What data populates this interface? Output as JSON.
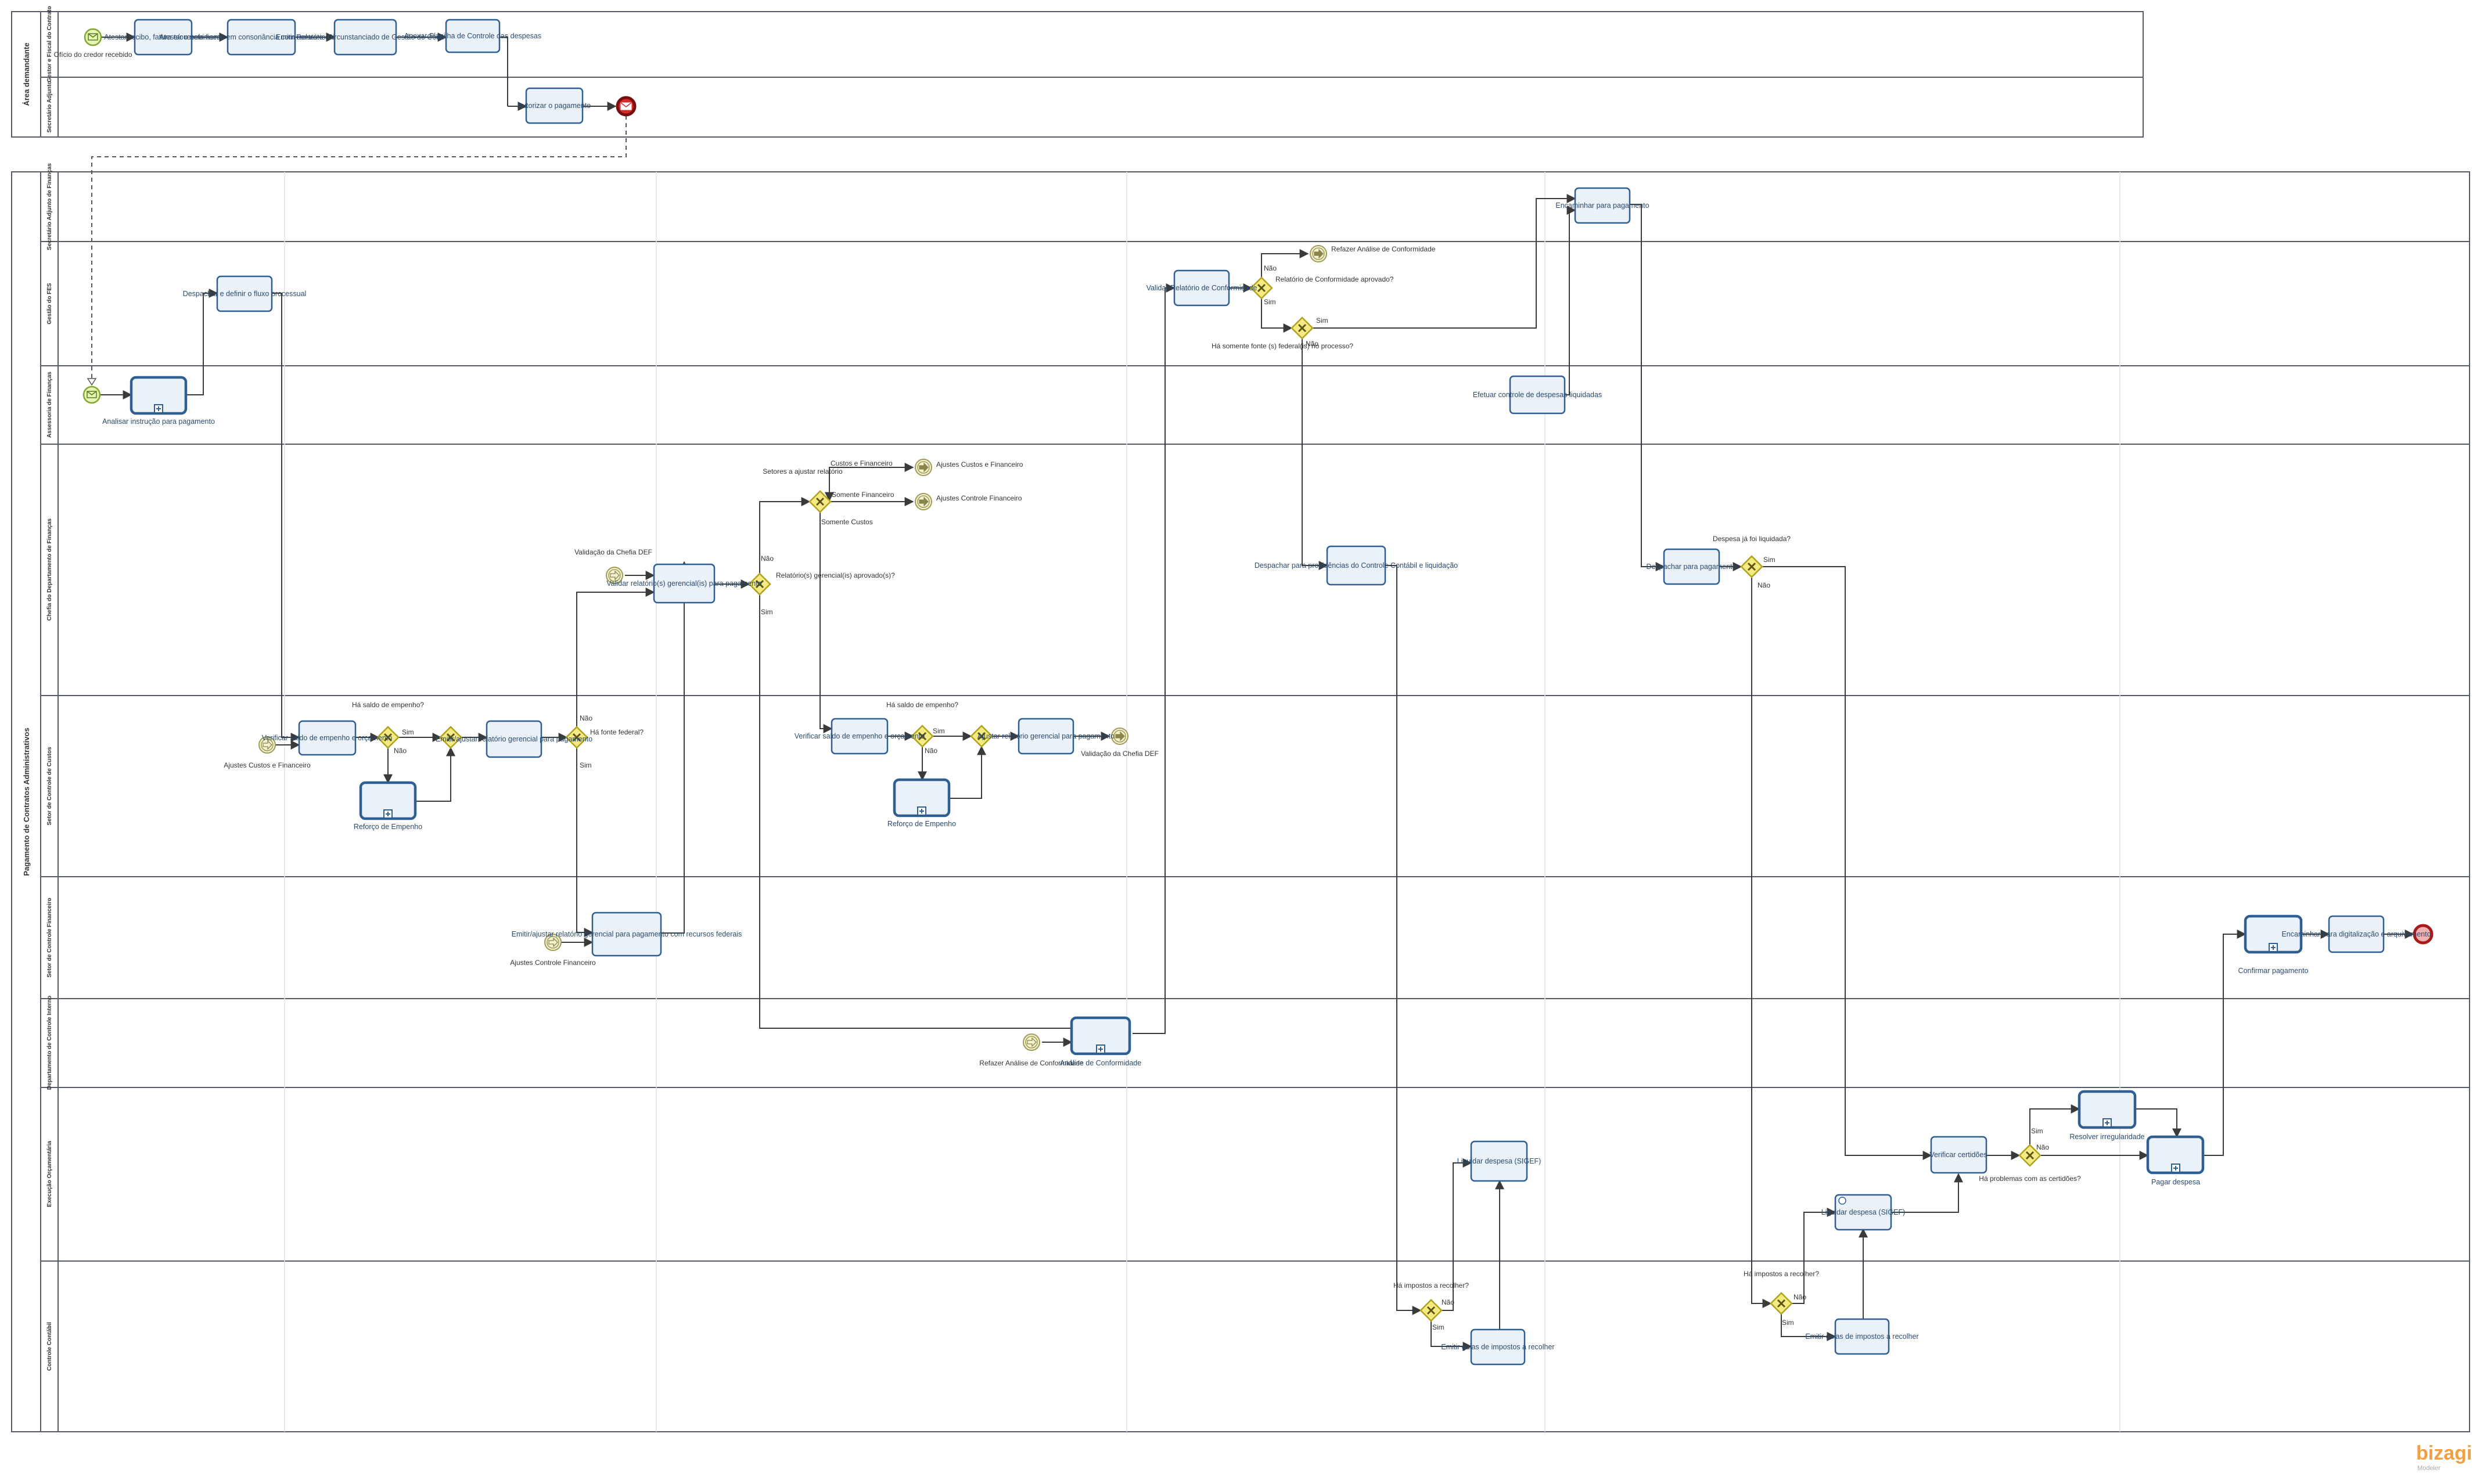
{
  "pools": {
    "top": {
      "title": "Área demandante",
      "lanes": [
        "Gestor e Fiscal do Contrato",
        "Secretário Adjunto"
      ]
    },
    "main": {
      "title": "Pagamento de Contratos Administrativos",
      "lanes": [
        "Secretário Adjunto de Finanças",
        "Gestão do FES",
        "Assessoria de Finanças",
        "Chefia do Departamento de Finanças",
        "Setor de Controle de Custos",
        "Setor de Controle Financeiro",
        "Departamento de Controle Interno",
        "Execução Orçamentária",
        "Controle Contábil"
      ]
    }
  },
  "tasks": {
    "atestar_recibo": "Atestar recibo, fatura e/ou nota fiscal",
    "atestar_recebimento": "Atestar recebimento em consonância com contrato e doc. fiscal",
    "emitir_relatorio": "Emitir Relatório Circunstanciado de Gestão do Contrato",
    "anexar_planilha": "Anexar Planilha de Controle das despesas",
    "autorizar_pagamento": "Autorizar o pagamento",
    "despachar_definir": "Despachar e definir o fluxo processual",
    "analisar_instrucao": "Analisar instrução para pagamento",
    "verificar_saldo_1": "Verificar saldo de empenho e orçamento",
    "reforco_empenho_1": "Reforço de Empenho",
    "emitir_ajustar_1": "Emitir/ajustar relatório gerencial para pagamento",
    "emitir_ajustar_fin": "Emitir/ajustar relatório gerencial para pagamento com recursos federais",
    "validar_relatorios": "Validar relatório(s) gerencial(is) para pagamento",
    "verificar_saldo_2": "Verificar saldo de empenho e orçamento",
    "reforco_empenho_2": "Reforço de Empenho",
    "ajustar_relatorio": "Ajustar relatório gerencial para pagamento",
    "analise_conformidade": "Análise de Conformidade",
    "validar_relatorio_conf": "Validar Relatório de Conformidade",
    "despachar_providencias": "Despachar para providências do Controle Contábil e liquidação",
    "liquidar_1": "Liquidar despesa (SIGEF)",
    "emitir_guias_1": "Emitir guias de impostos a recolher",
    "efetuar_controle": "Efetuar controle de despesas liquidadas",
    "encaminhar_pagamento": "Encaminhar para pagamento",
    "despachar_pagamento": "Despachar para pagamento",
    "liquidar_2": "Liquidar despesa (SIGEF)",
    "emitir_guias_2": "Emitir guias de impostos a recolher",
    "verificar_certidoes": "Verificar certidões",
    "resolver_irregularidade": "Resolver irregularidade",
    "pagar_despesa": "Pagar despesa",
    "confirmar_pagamento": "Confirmar pagamento",
    "encaminhar_digitalizacao": "Encaminhar para digitalização e arquivamento"
  },
  "events": {
    "oficio_credor": "Ofício do credor recebido",
    "ajustes_custos_fin_start": "Ajustes Custos e Financeiro",
    "ajustes_controle_fin_start": "Ajustes Controle Financeiro",
    "validacao_chefia_1": "Validação da Chefia DEF",
    "validacao_chefia_2": "Validação da Chefia DEF",
    "ajustes_custos_fin_end": "Ajustes Custos e Financeiro",
    "ajustes_controle_fin_end": "Ajustes Controle Financeiro",
    "refazer_analise_start": "Refazer Análise de Conformidade",
    "refazer_analise_end": "Refazer Análise de Conformidade"
  },
  "gateways": {
    "ha_saldo_1": "Há saldo de empenho?",
    "ha_fonte_federal": "Há fonte federal?",
    "ha_saldo_2": "Há saldo de empenho?",
    "setores_ajustar": "Setores a ajustar relatório",
    "relatorios_aprovados": "Relatório(s) gerencial(is) aprovado(s)?",
    "relatorio_conf_aprovado": "Relatório de Conformidade aprovado?",
    "ha_somente_fonte": "Há somente fonte (s) federal(is) no processo?",
    "ha_impostos_1": "Há impostos a recolher?",
    "despesa_liquidada": "Despesa já foi liquidada?",
    "ha_impostos_2": "Há impostos a recolher?",
    "ha_problemas": "Há problemas com as certidões?"
  },
  "labels": {
    "sim": "Sim",
    "nao": "Não",
    "custos_financeiro": "Custos e Financeiro",
    "somente_financeiro": "Somente Financeiro",
    "somente_custos": "Somente Custos"
  },
  "branding": {
    "logo": "bizagi",
    "sub": "Modeler"
  },
  "colors": {
    "task_fill": "#eaf1f9",
    "task_border": "#2f5e91",
    "gateway_fill": "#f4ea82",
    "start_event": "#7fa829",
    "end_event": "#a61a1a",
    "logo": "#f0a040"
  }
}
